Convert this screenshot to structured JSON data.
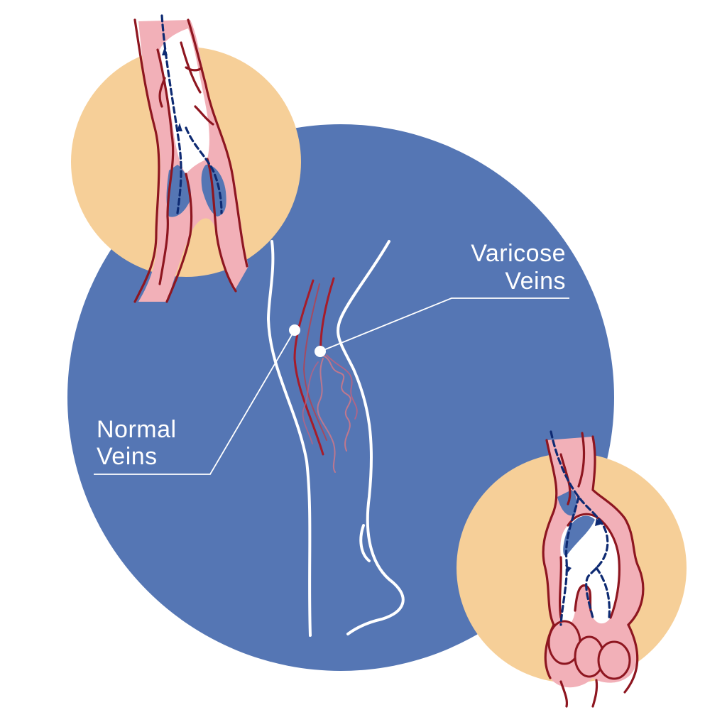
{
  "labels": {
    "varicose_line1": "Varicose",
    "varicose_line2": "Veins",
    "normal_line1": "Normal",
    "normal_line2": "Veins"
  },
  "colors": {
    "background": "#ffffff",
    "main_circle": "#5576B4",
    "inset_circle": "#F6CF98",
    "vein_outline": "#8E1620",
    "vein_fill": "#F2B0B8",
    "blood_pool": "#5576B4",
    "flow_arrow": "#0E2A72",
    "leg_outline": "#ffffff",
    "label_text": "#ffffff"
  },
  "icons": {
    "leg": "leg-outline",
    "normal_vein_inset": "normal-vein-valve-icon",
    "varicose_vein_inset": "varicose-vein-valve-icon"
  }
}
